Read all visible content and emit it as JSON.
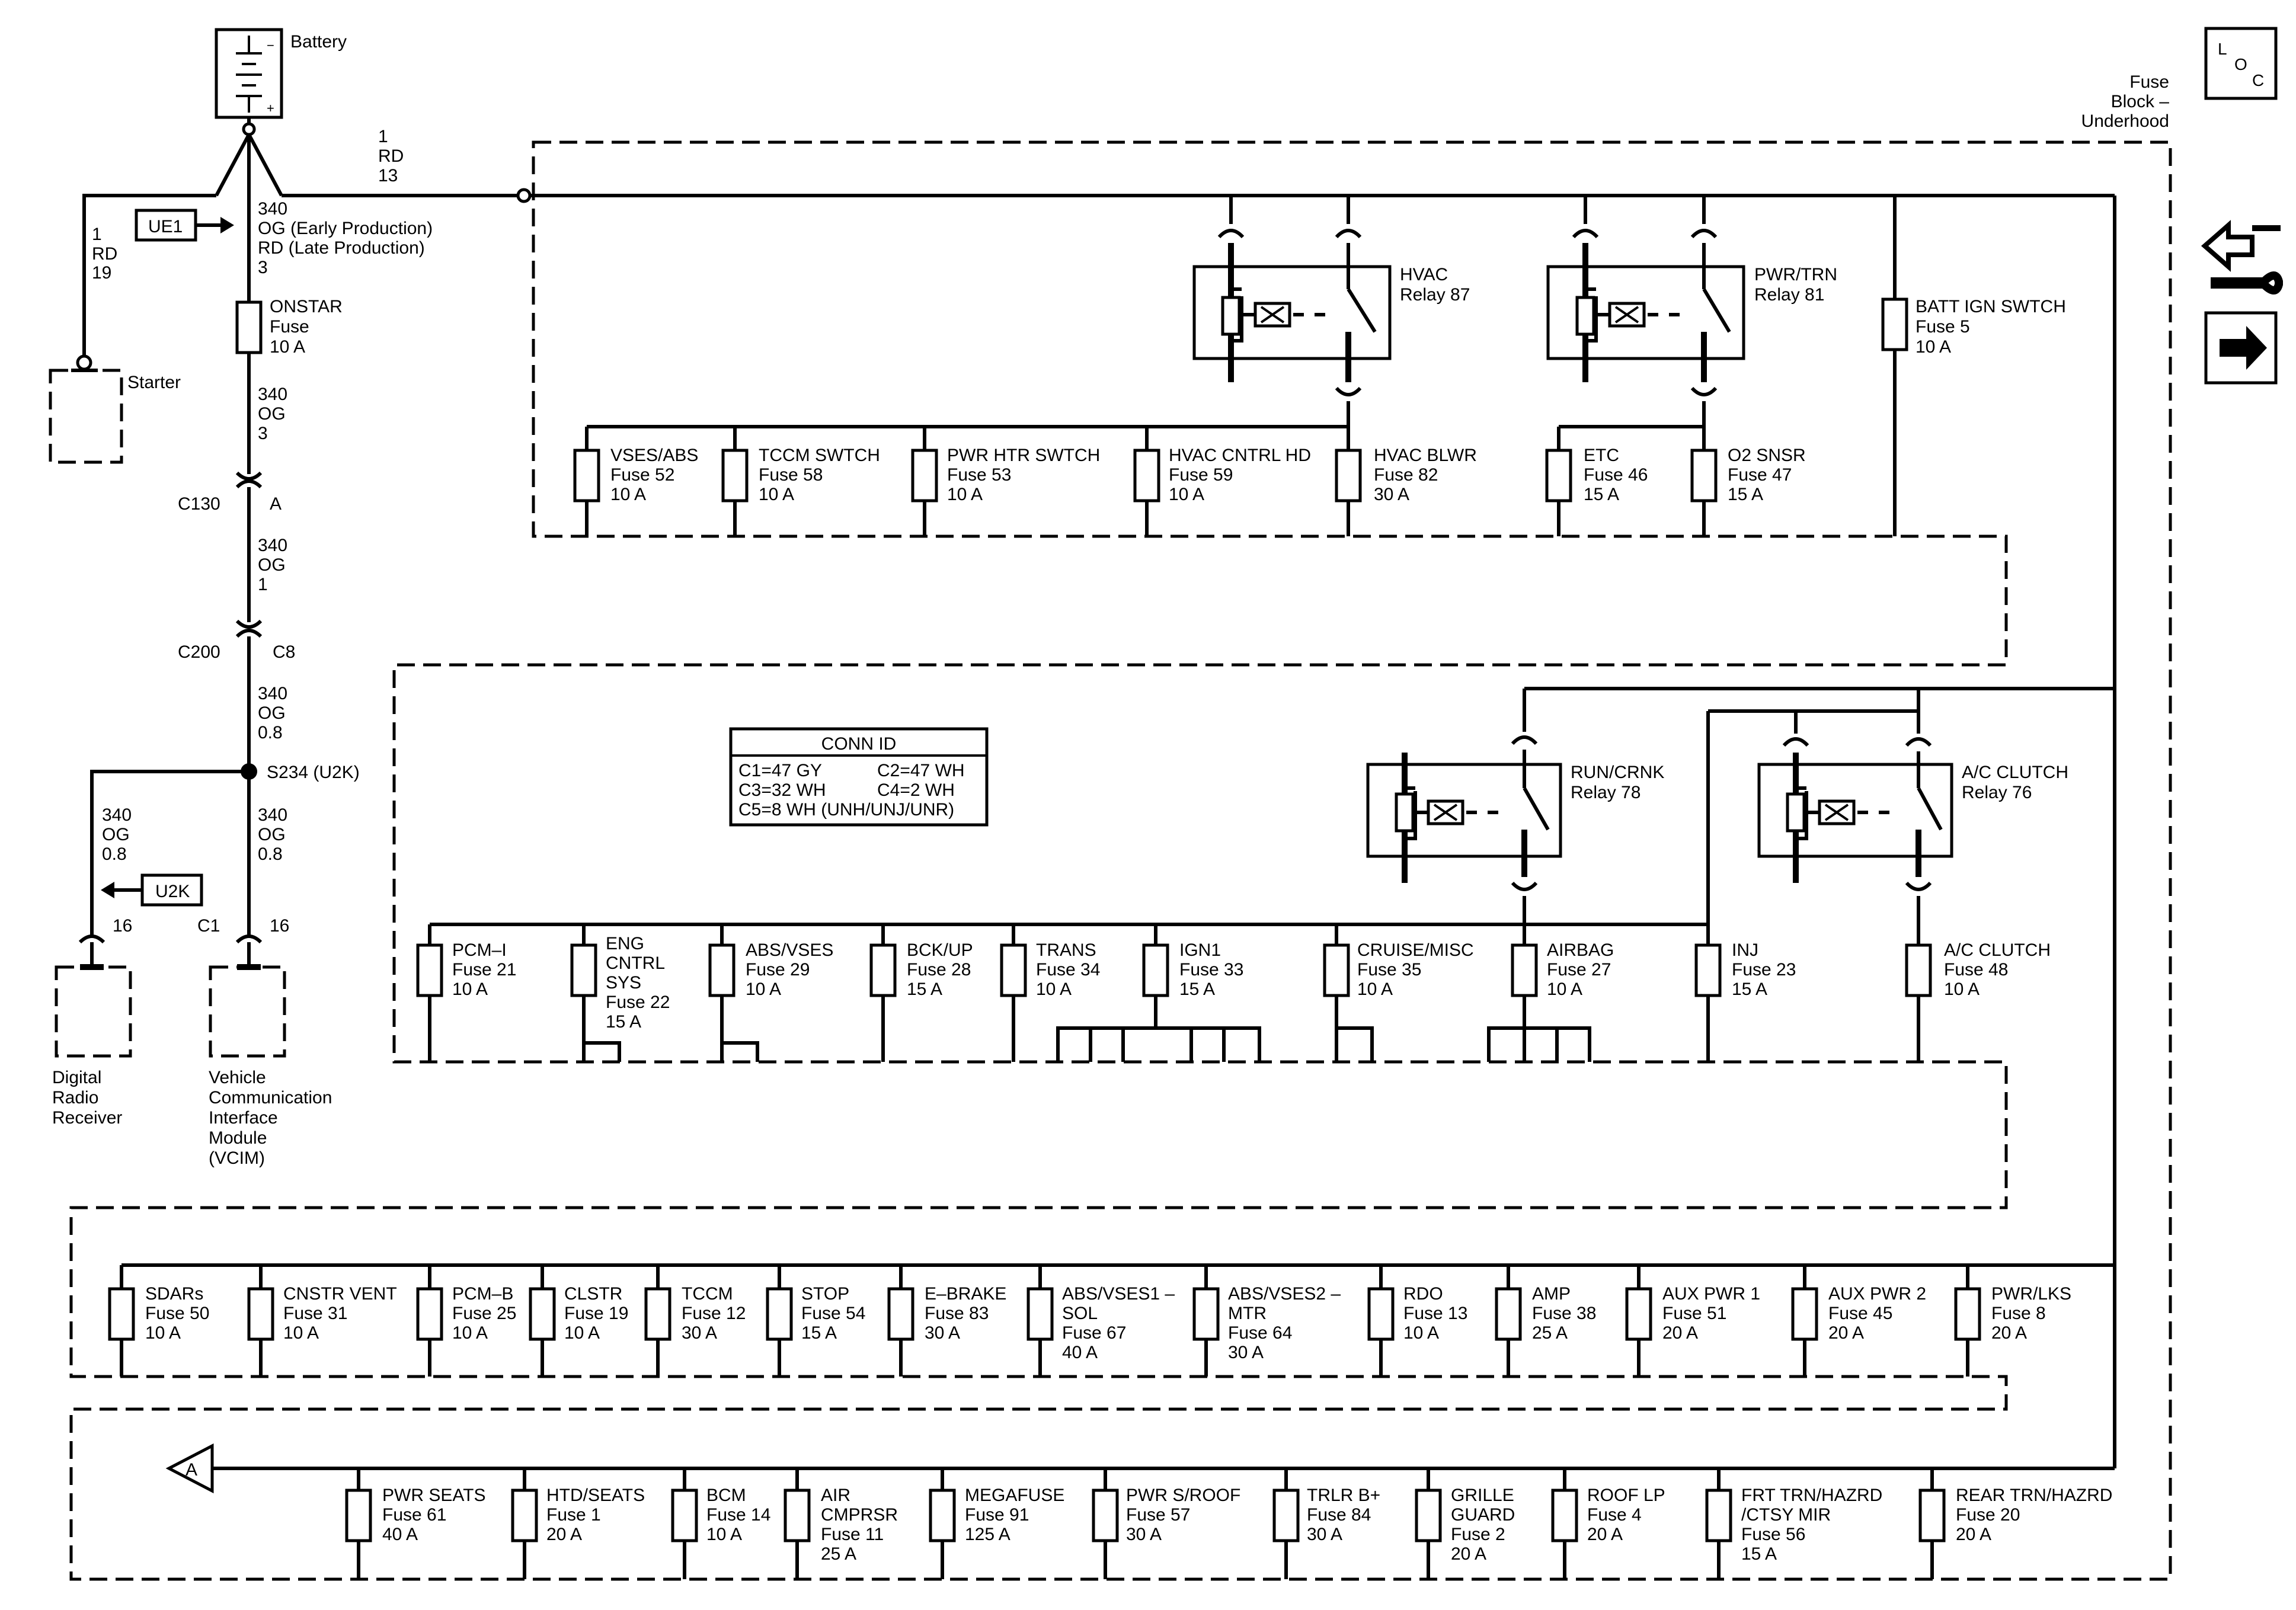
{
  "battery": {
    "label": "Battery",
    "minus": "−",
    "plus": "+"
  },
  "loc_icon": {
    "l": "L",
    "o": "O",
    "c": "C"
  },
  "fuse_block_label": [
    "Fuse",
    "Block –",
    "Underhood"
  ],
  "main_wire": [
    "1",
    "RD",
    "13"
  ],
  "starter_wire": [
    "1",
    "RD",
    "19"
  ],
  "starter": {
    "label": "Starter"
  },
  "ue1": "UE1",
  "onstar_wire_top": [
    "340",
    "OG (Early Production)",
    "RD (Late Production)",
    "3"
  ],
  "onstar_fuse": [
    "ONSTAR",
    "Fuse",
    "10 A"
  ],
  "wire_340_og_3": [
    "340",
    "OG",
    "3"
  ],
  "c130": {
    "name": "C130",
    "pin": "A"
  },
  "wire_340_og_1": [
    "340",
    "OG",
    "1"
  ],
  "c200": {
    "name": "C200",
    "pin": "C8"
  },
  "wire_340_og_08a": [
    "340",
    "OG",
    "0.8"
  ],
  "splice": "S234 (U2K)",
  "wire_340_og_08b": [
    "340",
    "OG",
    "0.8"
  ],
  "wire_340_og_08c": [
    "340",
    "OG",
    "0.8"
  ],
  "u2k": "U2K",
  "drr": {
    "pin": "16",
    "label": [
      "Digital",
      "Radio",
      "Receiver"
    ]
  },
  "vcim": {
    "conn": "C1",
    "pin": "16",
    "label": [
      "Vehicle",
      "Communication",
      "Interface",
      "Module",
      "(VCIM)"
    ]
  },
  "conn_id": {
    "title": "CONN ID",
    "rows": [
      [
        "C1=47 GY",
        "C2=47 WH"
      ],
      [
        "C3=32 WH",
        "C4=2 WH"
      ],
      [
        "C5=8 WH (UNH/UNJ/UNR)",
        ""
      ]
    ]
  },
  "relays": {
    "hvac": [
      "HVAC",
      "Relay 87"
    ],
    "pwr_trn": [
      "PWR/TRN",
      "Relay 81"
    ],
    "run_crnk": [
      "RUN/CRNK",
      "Relay 78"
    ],
    "ac_clutch": [
      "A/C CLUTCH",
      "Relay 76"
    ]
  },
  "fuses_row1": [
    [
      "VSES/ABS",
      "Fuse 52",
      "10 A"
    ],
    [
      "TCCM SWTCH",
      "Fuse 58",
      "10 A"
    ],
    [
      "PWR HTR SWTCH",
      "Fuse 53",
      "10 A"
    ],
    [
      "HVAC CNTRL HD",
      "Fuse 59",
      "10 A"
    ],
    [
      "HVAC BLWR",
      "Fuse 82",
      "30 A"
    ],
    [
      "ETC",
      "Fuse 46",
      "15 A"
    ],
    [
      "O2 SNSR",
      "Fuse 47",
      "15 A"
    ]
  ],
  "batt_ign": [
    "BATT IGN SWTCH",
    "Fuse 5",
    "10 A"
  ],
  "fuses_row2": [
    [
      "PCM–I",
      "Fuse 21",
      "10 A"
    ],
    [
      "ENG",
      "CNTRL",
      "SYS",
      "Fuse 22",
      "15 A"
    ],
    [
      "ABS/VSES",
      "Fuse 29",
      "10 A"
    ],
    [
      "BCK/UP",
      "Fuse 28",
      "15 A"
    ],
    [
      "TRANS",
      "Fuse 34",
      "10 A"
    ],
    [
      "IGN1",
      "Fuse 33",
      "15 A"
    ],
    [
      "CRUISE/MISC",
      "Fuse 35",
      "10 A"
    ],
    [
      "AIRBAG",
      "Fuse 27",
      "10 A"
    ],
    [
      "INJ",
      "Fuse 23",
      "15 A"
    ],
    [
      "A/C CLUTCH",
      "Fuse 48",
      "10 A"
    ]
  ],
  "fuses_row3": [
    [
      "SDARs",
      "Fuse 50",
      "10 A"
    ],
    [
      "CNSTR VENT",
      "Fuse 31",
      "10 A"
    ],
    [
      "PCM–B",
      "Fuse 25",
      "10 A"
    ],
    [
      "CLSTR",
      "Fuse 19",
      "10 A"
    ],
    [
      "TCCM",
      "Fuse 12",
      "30 A"
    ],
    [
      "STOP",
      "Fuse 54",
      "15 A"
    ],
    [
      "E–BRAKE",
      "Fuse 83",
      "30 A"
    ],
    [
      "ABS/VSES1 –",
      "SOL",
      "Fuse 67",
      "40 A"
    ],
    [
      "ABS/VSES2 –",
      "MTR",
      "Fuse 64",
      "30 A"
    ],
    [
      "RDO",
      "Fuse 13",
      "10 A"
    ],
    [
      "AMP",
      "Fuse 38",
      "25 A"
    ],
    [
      "AUX PWR 1",
      "Fuse 51",
      "20 A"
    ],
    [
      "AUX PWR 2",
      "Fuse 45",
      "20 A"
    ],
    [
      "PWR/LKS",
      "Fuse 8",
      "20 A"
    ]
  ],
  "fuses_row4": [
    [
      "PWR SEATS",
      "Fuse 61",
      "40 A"
    ],
    [
      "HTD/SEATS",
      "Fuse 1",
      "20 A"
    ],
    [
      "BCM",
      "Fuse 14",
      "10 A"
    ],
    [
      "AIR",
      "CMPRSR",
      "Fuse 11",
      "25 A"
    ],
    [
      "MEGAFUSE",
      "Fuse 91",
      "125 A"
    ],
    [
      "PWR S/ROOF",
      "Fuse 57",
      "30 A"
    ],
    [
      "TRLR B+",
      "Fuse 84",
      "30 A"
    ],
    [
      "GRILLE",
      "GUARD",
      "Fuse 2",
      "20 A"
    ],
    [
      "ROOF LP",
      "Fuse 4",
      "20 A"
    ],
    [
      "FRT TRN/HAZRD",
      "/CTSY MIR",
      "Fuse 56",
      "15 A"
    ],
    [
      "REAR TRN/HAZRD",
      "Fuse 20",
      "20 A"
    ]
  ],
  "offpage_ref": "A",
  "side_icons": [
    "loc-icon",
    "wrench-icon",
    "next-arrow-icon"
  ]
}
